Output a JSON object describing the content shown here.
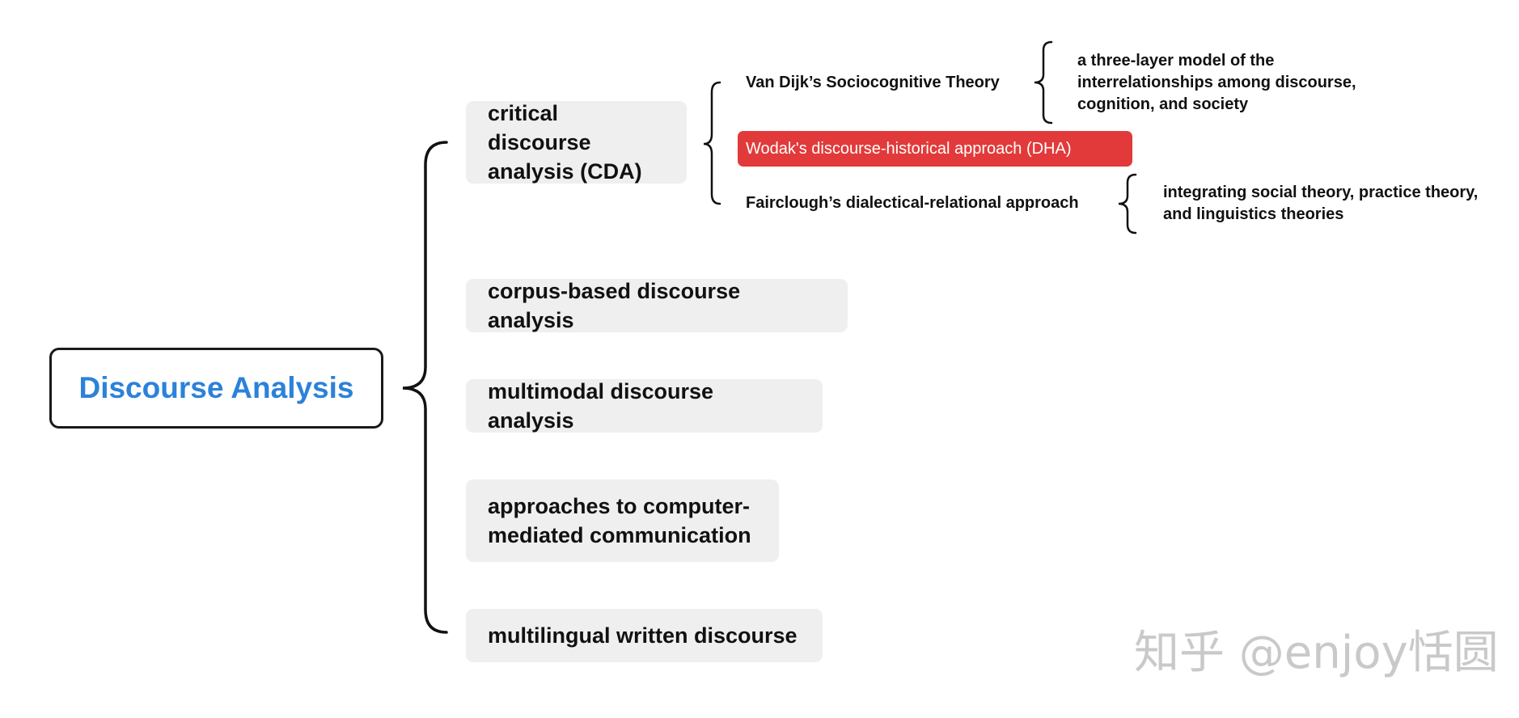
{
  "root": {
    "label": "Discourse Analysis",
    "color": "#2b82d9"
  },
  "branches": [
    {
      "label": "critical discourse analysis (CDA)",
      "children": [
        {
          "label": "Van Dijk’s Sociocognitive Theory",
          "detail": "a three-layer model of the interrelationships among discourse, cognition, and society"
        },
        {
          "label": "Wodak's discourse-historical approach (DHA)",
          "highlighted": true,
          "highlight_color": "#e23a3a"
        },
        {
          "label": "Fairclough’s dialectical-relational approach",
          "detail": "integrating social theory, practice theory, and linguistics theories"
        }
      ]
    },
    {
      "label": "corpus-based discourse analysis"
    },
    {
      "label": "multimodal discourse analysis"
    },
    {
      "label": "approaches to computer-mediated communication"
    },
    {
      "label": "multilingual written discourse"
    }
  ],
  "watermark": "知乎 @enjoy恬圆"
}
